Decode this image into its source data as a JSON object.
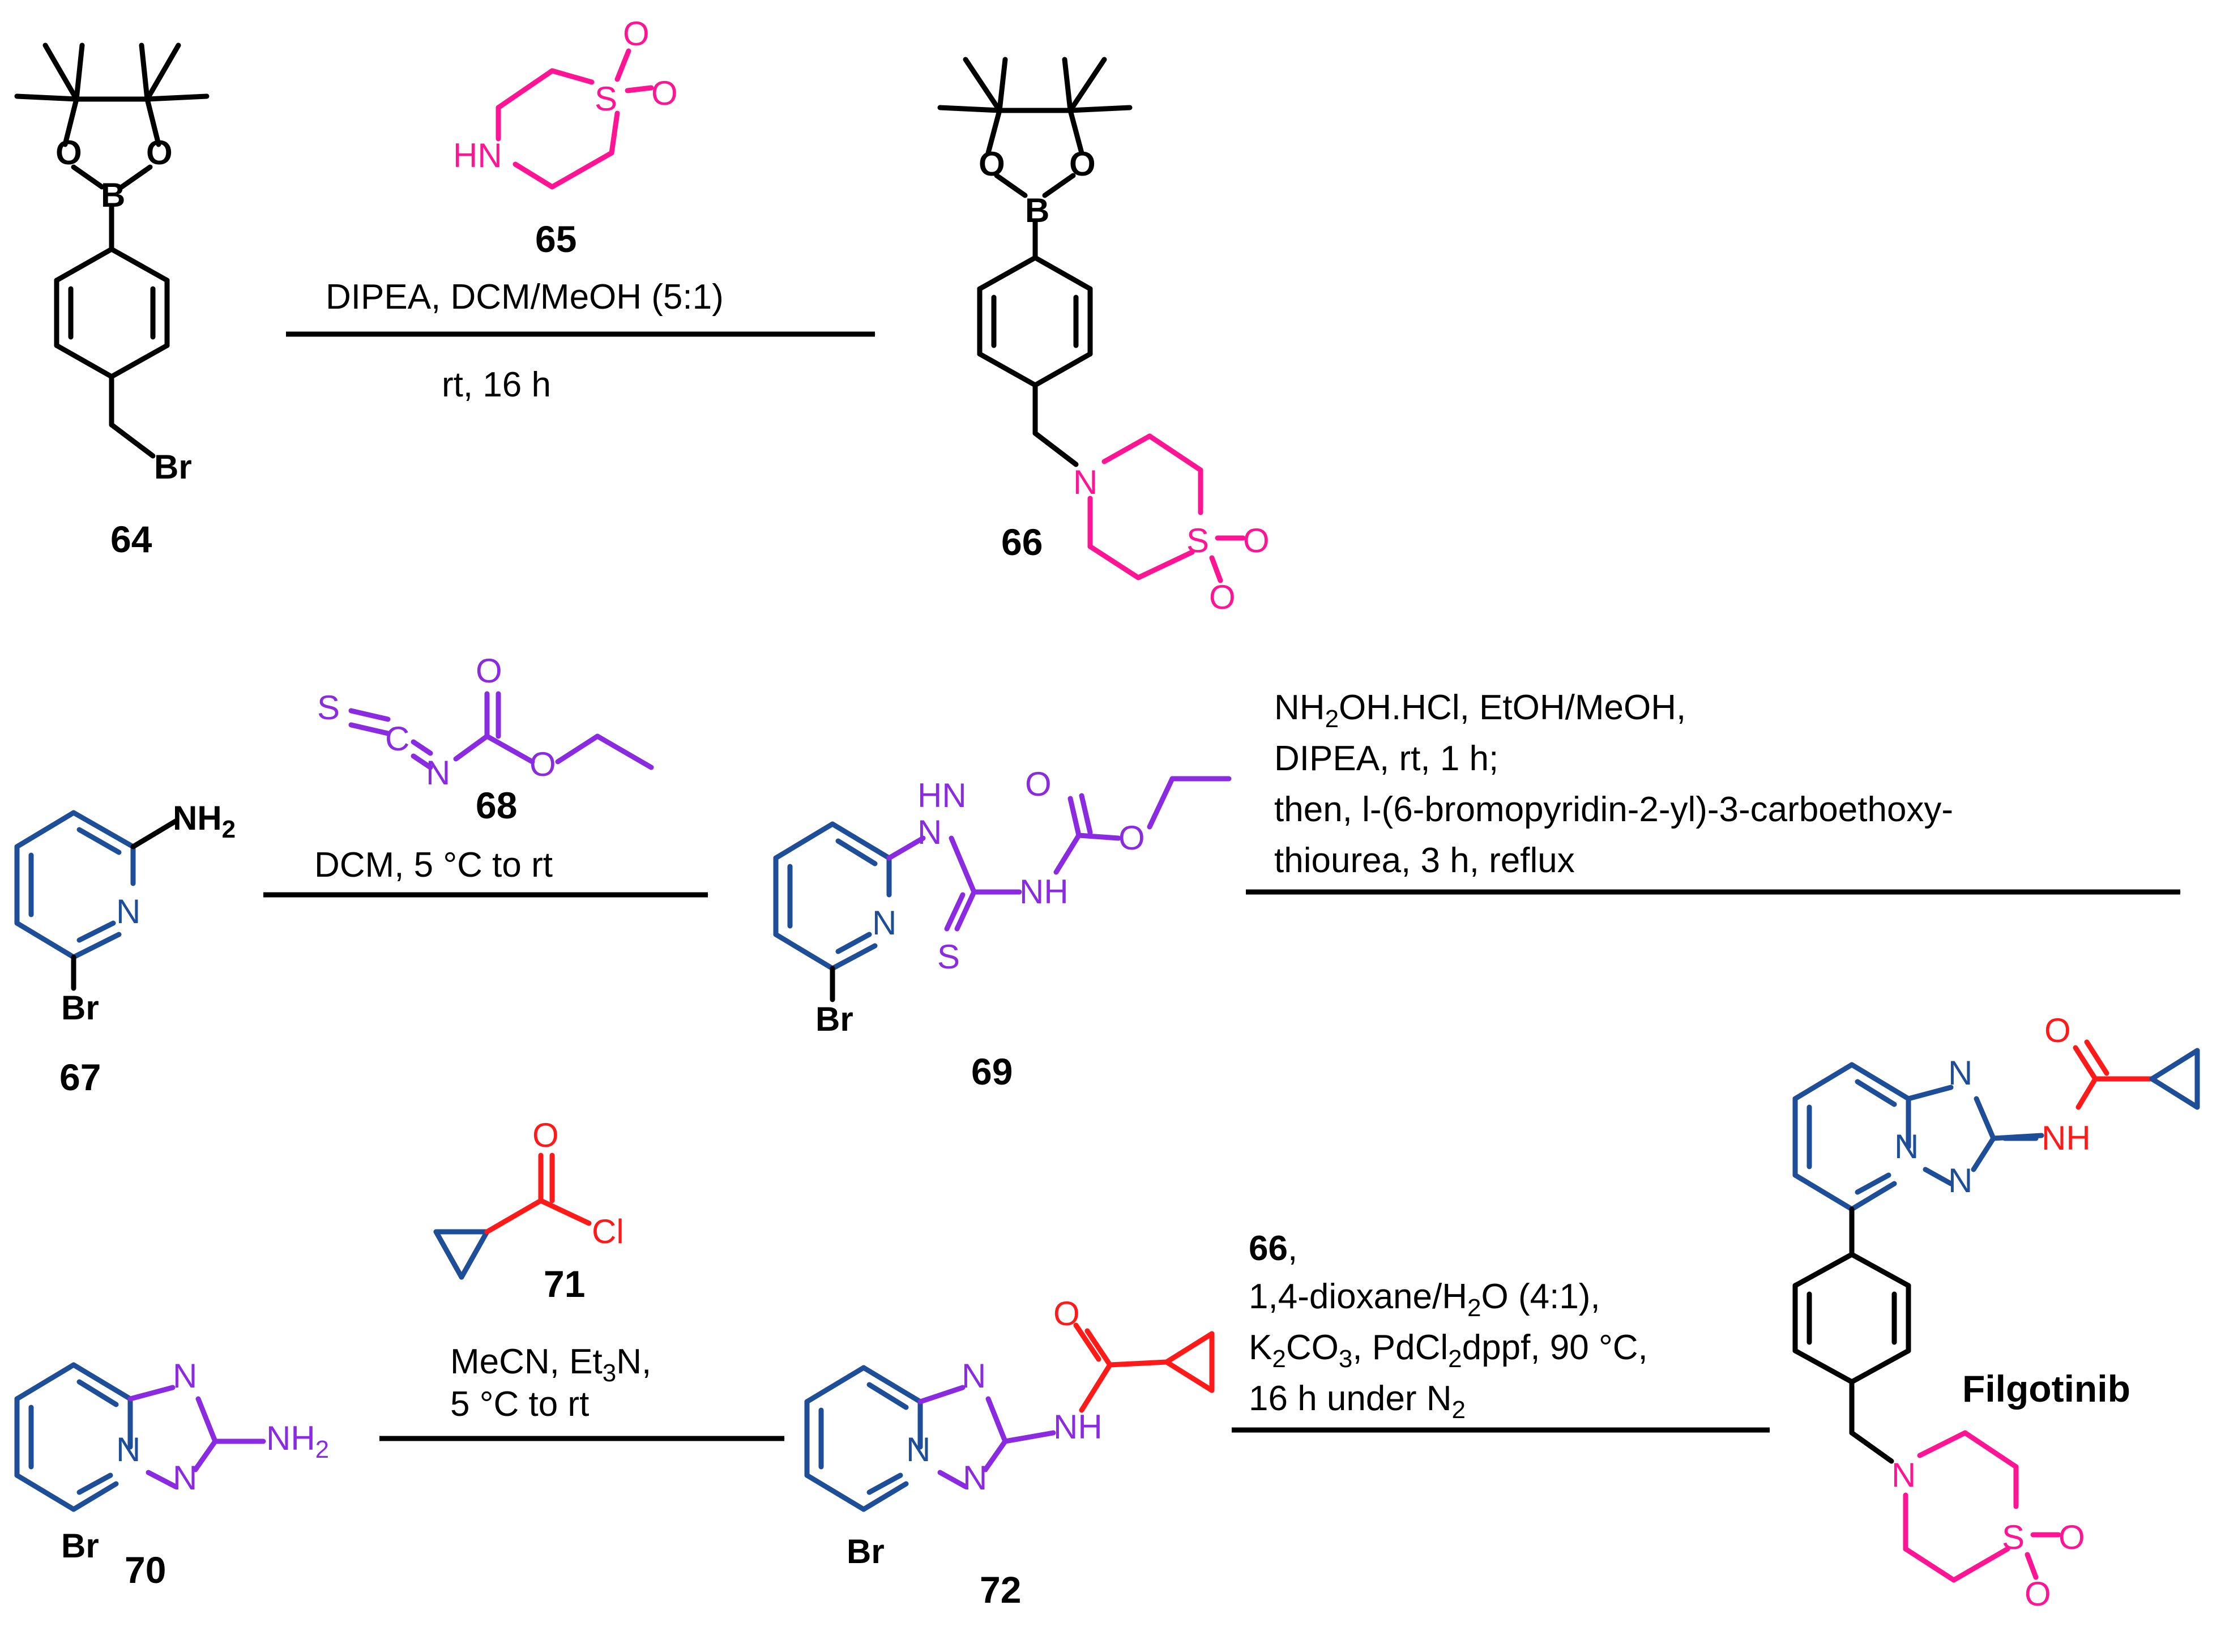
{
  "colors": {
    "black": "#000000",
    "pink": "#ff1493",
    "purple": "#8a2be2",
    "navy": "#1f4e99",
    "red": "#ff1a1a"
  },
  "compounds": {
    "c64": "64",
    "c65": "65",
    "c66": "66",
    "c67": "67",
    "c68": "68",
    "c69": "69",
    "c70": "70",
    "c71": "71",
    "c72": "72",
    "filgotinib": "Filgotinib"
  },
  "atoms": {
    "O": "O",
    "B": "B",
    "Br": "Br",
    "S": "S",
    "HN": "HN",
    "N": "N",
    "NH": "NH",
    "NH2": "NH",
    "sub2": "2",
    "C": "C",
    "Cl": "Cl"
  },
  "reactions": {
    "r1": {
      "line1": "DIPEA, DCM/MeOH (5:1)",
      "line2": "rt, 16 h"
    },
    "r2": {
      "line1": "DCM, 5 °C to rt"
    },
    "r3": {
      "line1a": "NH",
      "line1b": "2",
      "line1c": "OH.HCl, EtOH/MeOH,",
      "line2": "DIPEA, rt, 1 h;",
      "line3": "then, l-(6-bromopyridin-2-yl)-3-carboethoxy-",
      "line4": "thiourea, 3 h, reflux"
    },
    "r4": {
      "line1a": "MeCN, Et",
      "line1b": "3",
      "line1c": "N,",
      "line2": "5 °C to rt"
    },
    "r5": {
      "line1a": "66",
      "line1b": ",",
      "line2a": "1,4-dioxane/H",
      "line2b": "2",
      "line2c": "O (4:1),",
      "line3a": "K",
      "line3b": "2",
      "line3c": "CO",
      "line3d": "3",
      "line3e": ", PdCl",
      "line3f": "2",
      "line3g": "dppf, 90 °C,",
      "line4a": "16 h under N",
      "line4b": "2"
    }
  }
}
